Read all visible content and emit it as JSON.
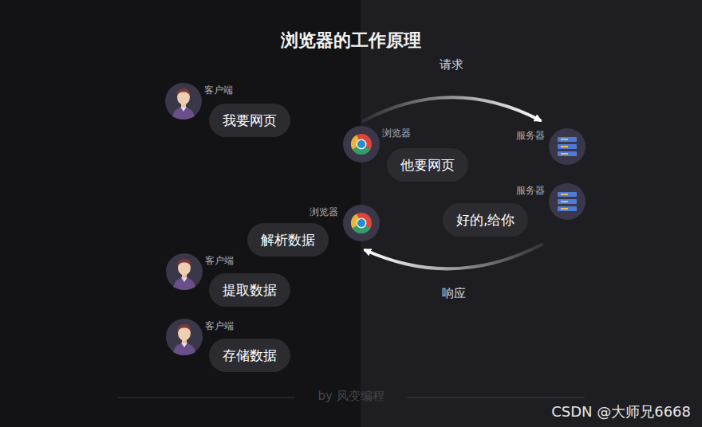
{
  "diagram": {
    "title": "浏览器的工作原理",
    "nodes": [
      {
        "text": [
          "客户端",
          "我要网页"
        ]
      },
      {
        "text": [
          "浏览器",
          "他要网页"
        ]
      },
      {
        "text": [
          "服务器"
        ]
      },
      {
        "text": [
          "服务器",
          "好的,给你"
        ]
      },
      {
        "text": [
          "浏览器",
          "解析数据"
        ]
      },
      {
        "text": [
          "客户端",
          "提取数据"
        ]
      },
      {
        "text": [
          "客户端",
          "存储数据"
        ]
      }
    ],
    "edges": [
      {
        "from": 1,
        "to": 2,
        "label": "请求",
        "arrow": "to"
      },
      {
        "from": 3,
        "to": 4,
        "label": "响应",
        "arrow": "to"
      }
    ],
    "labels": [
      "by 风变编程",
      "CSDN @大师兄6668"
    ]
  }
}
